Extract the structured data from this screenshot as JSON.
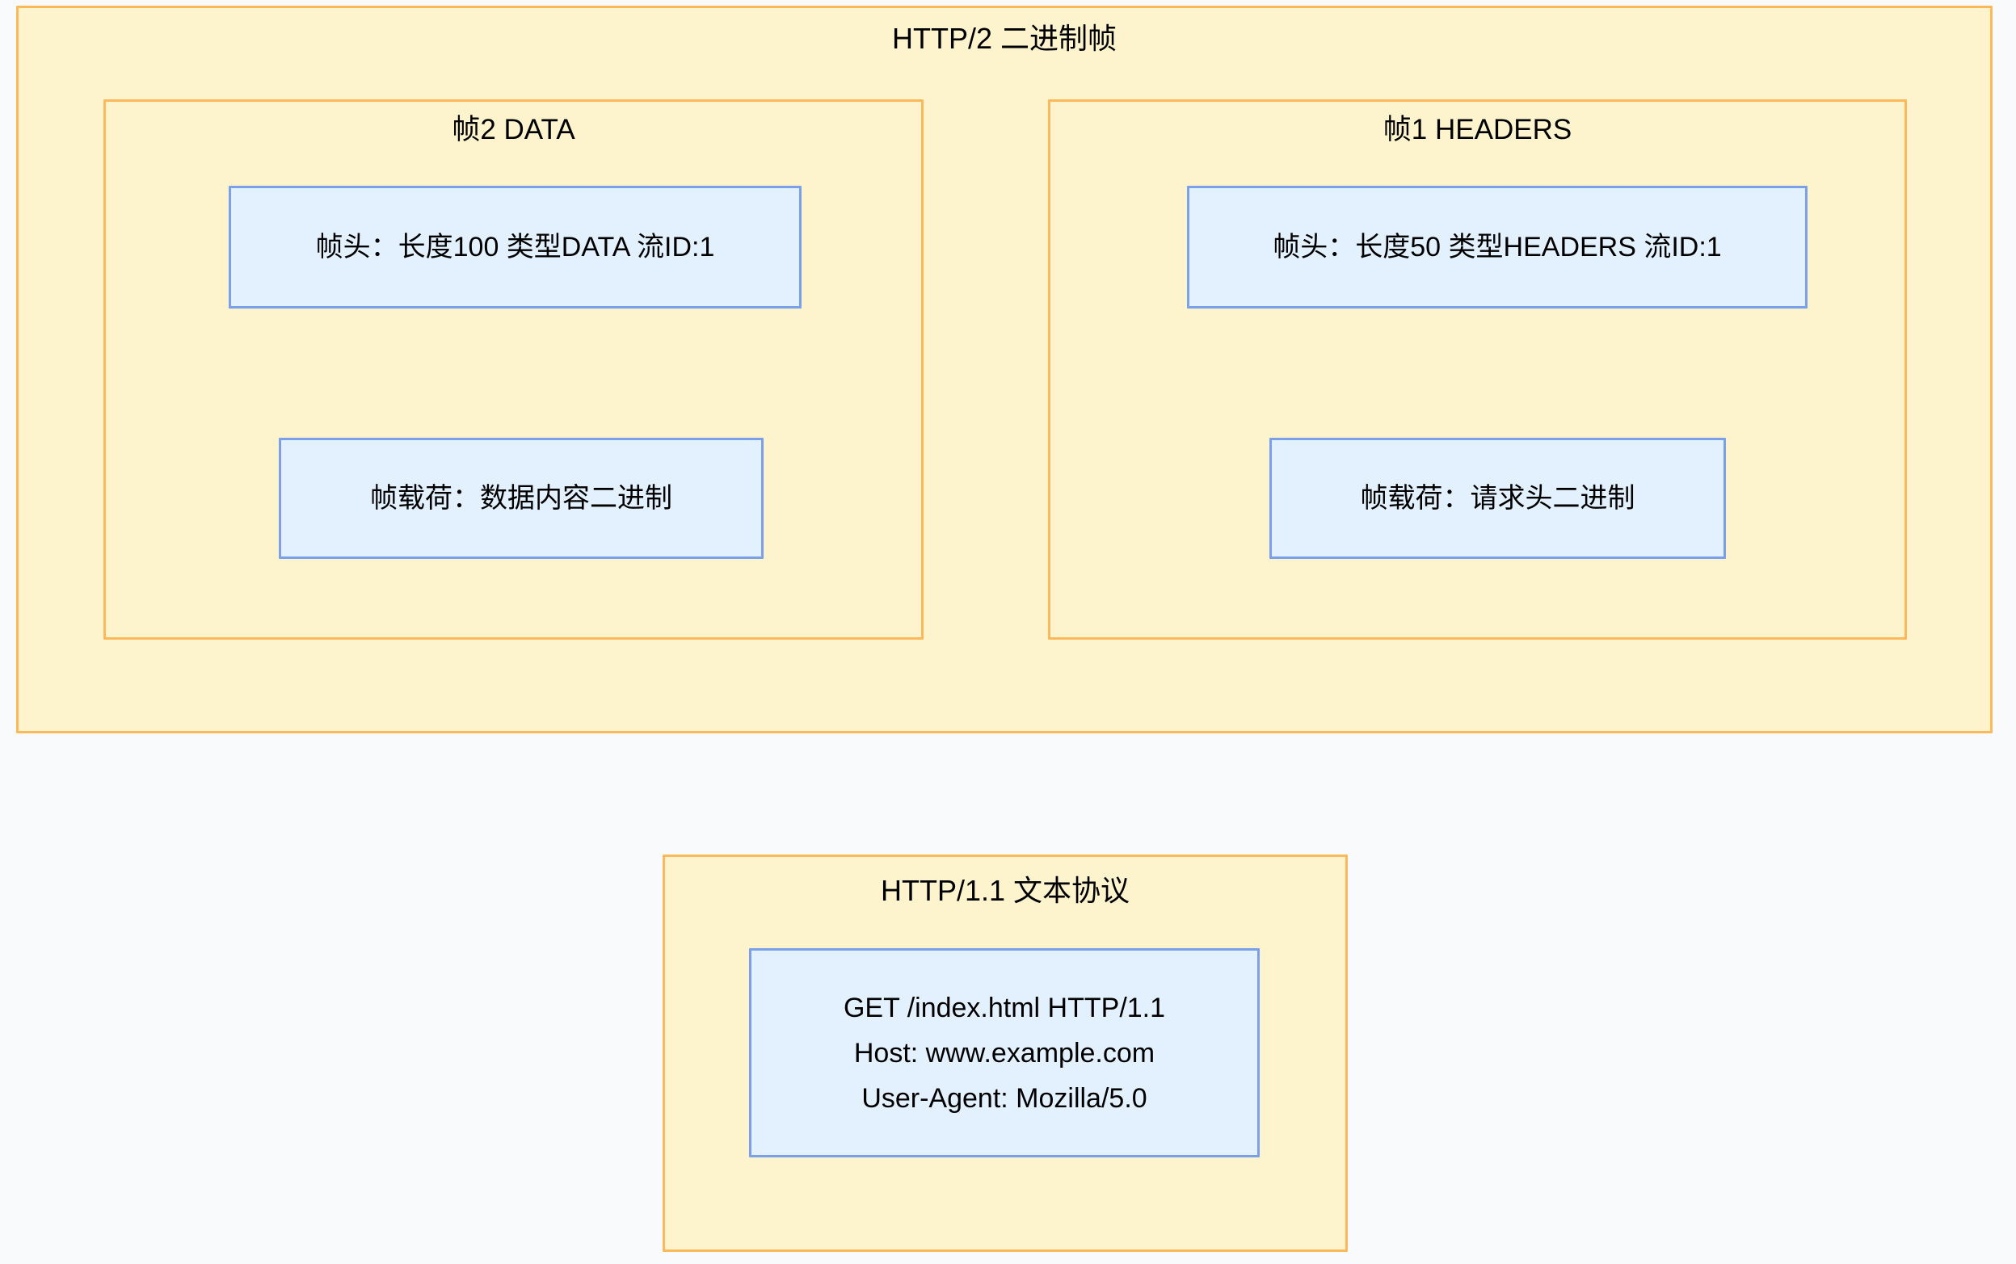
{
  "http2": {
    "title": "HTTP/2 二进制帧",
    "frames": [
      {
        "title": "帧2 DATA",
        "header": "帧头：长度100 类型DATA 流ID:1",
        "payload": "帧载荷：数据内容二进制"
      },
      {
        "title": "帧1 HEADERS",
        "header": "帧头：长度50 类型HEADERS 流ID:1",
        "payload": "帧载荷：请求头二进制"
      }
    ]
  },
  "http11": {
    "title": "HTTP/1.1 文本协议",
    "lines": [
      "GET /index.html HTTP/1.1",
      "Host: www.example.com",
      "User-Agent: Mozilla/5.0"
    ]
  },
  "colors": {
    "background": "#F8FAFC",
    "container-fill": "#FDF4CE",
    "container-border": "#FBB95C",
    "node-fill": "#E2F1FD",
    "node-border": "#7AA0EC",
    "text": "#000000"
  }
}
